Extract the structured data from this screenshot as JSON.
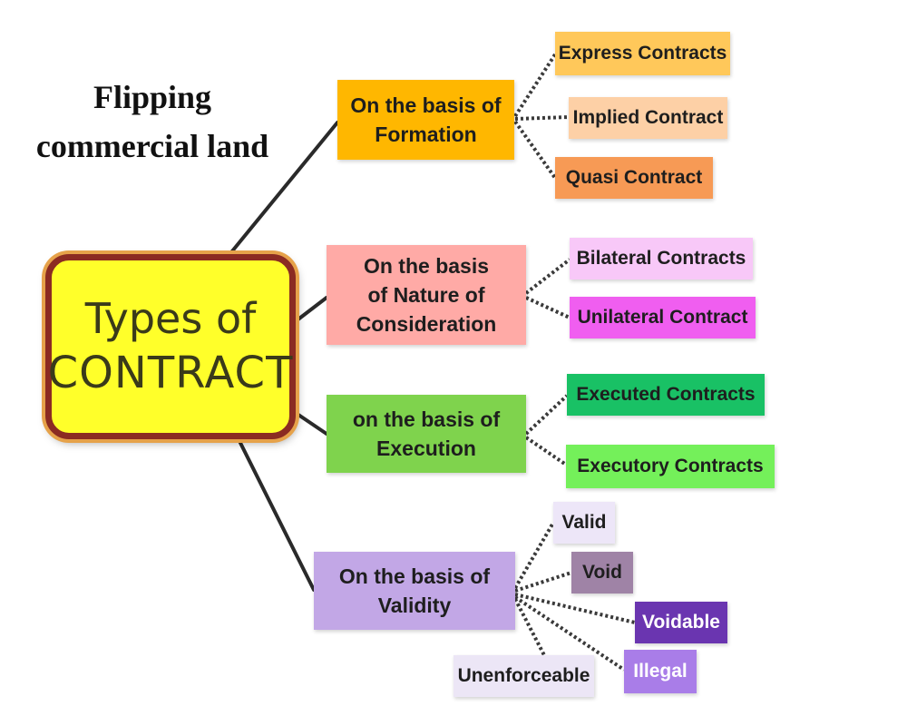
{
  "title": "Flipping commercial land",
  "center": {
    "line1": "Types of",
    "line2": "CONTRACT"
  },
  "categories": [
    {
      "label": "On the basis of Formation",
      "color": "#ffb700"
    },
    {
      "label": "On the basis of Nature of Consideration",
      "color": "#ffaaa6"
    },
    {
      "label": "on the basis of Execution",
      "color": "#7fd34d"
    },
    {
      "label": "On the basis of Validity",
      "color": "#c2a7e6"
    }
  ],
  "leaves": [
    {
      "label": "Express Contracts",
      "color": "#ffc85a",
      "text_color": "#1e1e1e"
    },
    {
      "label": "Implied Contract",
      "color": "#fdd0a6",
      "text_color": "#1e1e1e"
    },
    {
      "label": "Quasi Contract",
      "color": "#f79a55",
      "text_color": "#1e1e1e"
    },
    {
      "label": "Bilateral Contracts",
      "color": "#f8c8f8",
      "text_color": "#1e1e1e"
    },
    {
      "label": "Unilateral Contract",
      "color": "#f05ef0",
      "text_color": "#1e1e1e"
    },
    {
      "label": "Executed Contracts",
      "color": "#19c165",
      "text_color": "#1e1e1e"
    },
    {
      "label": "Executory Contracts",
      "color": "#74f05a",
      "text_color": "#1e1e1e"
    },
    {
      "label": "Valid",
      "color": "#ede6f8",
      "text_color": "#1e1e1e"
    },
    {
      "label": "Void",
      "color": "#9f83a6",
      "text_color": "#1e1e1e"
    },
    {
      "label": "Voidable",
      "color": "#6a35b0",
      "text_color": "#ffffff"
    },
    {
      "label": "Illegal",
      "color": "#a97de8",
      "text_color": "#ffffff"
    },
    {
      "label": "Unenforceable",
      "color": "#ece6f6",
      "text_color": "#1e1e1e"
    }
  ],
  "colors": {
    "connector": "#2a2a2a"
  }
}
